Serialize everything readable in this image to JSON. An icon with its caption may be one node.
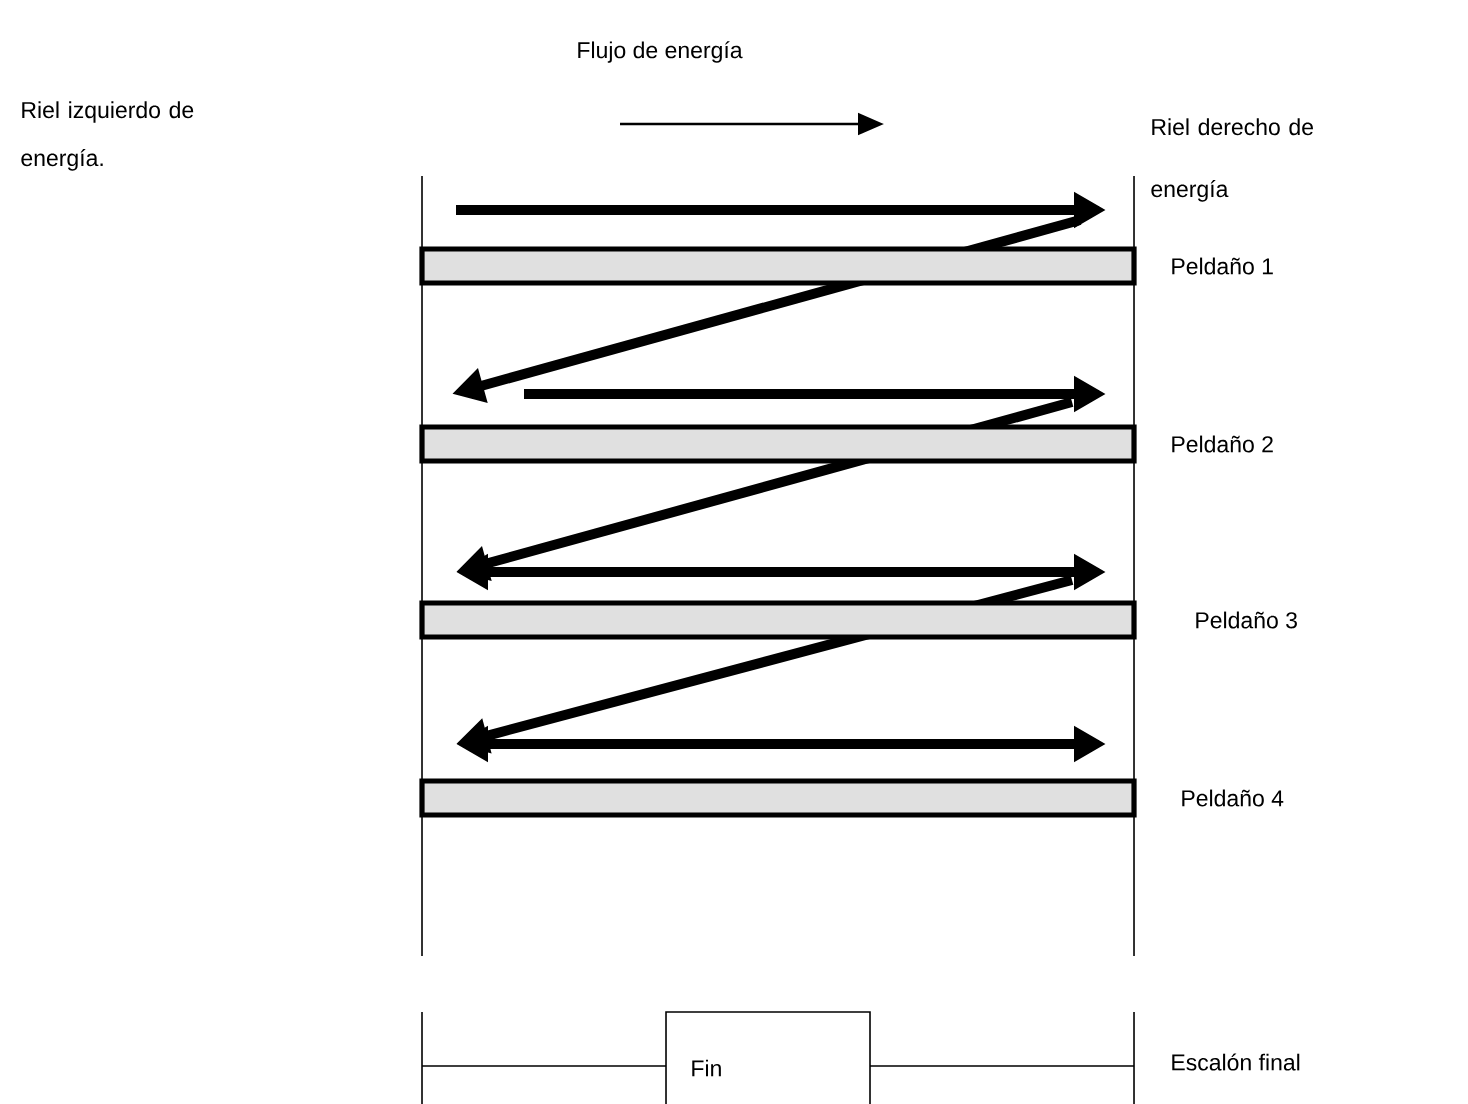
{
  "diagram": {
    "nodes": [
      {
        "text": [],
        "shape": "bar",
        "beside": [
          "Peldaño 1"
        ]
      },
      {
        "text": [],
        "shape": "bar",
        "beside": [
          "Peldaño 2"
        ]
      },
      {
        "text": [],
        "shape": "bar",
        "beside": [
          "Peldaño 3"
        ]
      },
      {
        "text": [],
        "shape": "bar",
        "beside": [
          "Peldaño 4"
        ]
      },
      {
        "text": [
          "Fin"
        ]
      }
    ],
    "labels": [
      "Flujo de energía",
      "Riel izquierdo de energía.",
      "Riel derecho de energía",
      "Escalón final"
    ]
  }
}
